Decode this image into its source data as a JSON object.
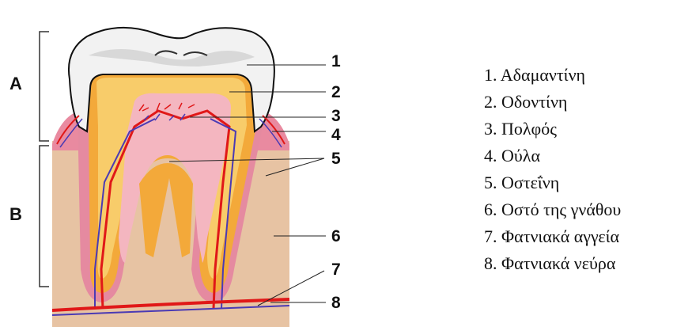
{
  "regions": {
    "a": "A",
    "b": "B"
  },
  "callouts": [
    "1",
    "2",
    "3",
    "4",
    "5",
    "6",
    "7",
    "8"
  ],
  "legend": [
    "1. Αδαμαντίνη",
    "2. Οδοντίνη",
    "3. Πολφός",
    "4. Ούλα",
    "5. Οστεΐνη",
    "6. Οστό της γνάθου",
    "7. Φατνιακά αγγεία",
    "8. Φατνιακά νεύρα"
  ],
  "colors": {
    "enamel": "#f2f2f2",
    "dentin": "#f3a93a",
    "dentin_light": "#f8cc6a",
    "pulp": "#f4b6c0",
    "gum": "#e98aa0",
    "bone": "#e7c3a3",
    "cementum": "#e58aa0",
    "artery": "#e01818",
    "vein": "#4a3ab4"
  }
}
